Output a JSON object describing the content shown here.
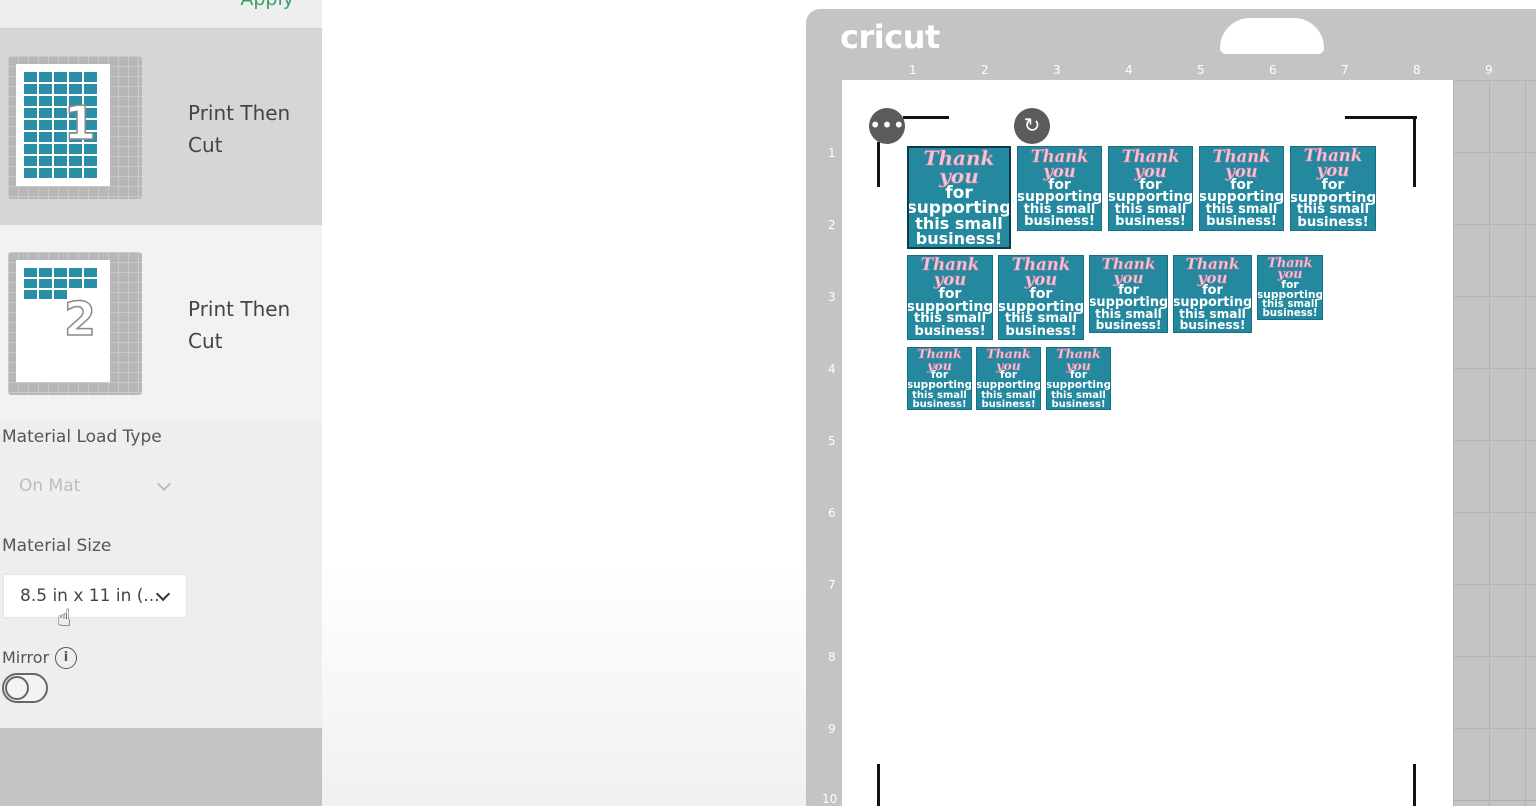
{
  "sidebar": {
    "apply_label": "Apply",
    "mats": [
      {
        "number": "1",
        "label": "Print Then Cut"
      },
      {
        "number": "2",
        "label": "Print Then Cut"
      }
    ],
    "material_load_type": {
      "label": "Material Load Type",
      "value": "On Mat"
    },
    "material_size": {
      "label": "Material Size",
      "value": "8.5 in x 11 in (..."
    },
    "mirror": {
      "label": "Mirror",
      "info_icon": "info-icon",
      "enabled": false
    }
  },
  "canvas": {
    "mat_brand": "cricut",
    "ruler_top": [
      "1",
      "2",
      "3",
      "4",
      "5",
      "6",
      "7",
      "8",
      "9"
    ],
    "ruler_left": [
      "1",
      "2",
      "3",
      "4",
      "5",
      "6",
      "7",
      "8",
      "9",
      "10"
    ],
    "more_icon": "more-horizontal-icon",
    "rotate_icon": "rotate-icon",
    "sticker": {
      "line1": "Thank you",
      "line2": "for",
      "line3": "supporting",
      "line4": "this small",
      "line5": "business!"
    },
    "colors": {
      "sticker": "#24889f",
      "script_text": "#f3c6d6"
    }
  }
}
